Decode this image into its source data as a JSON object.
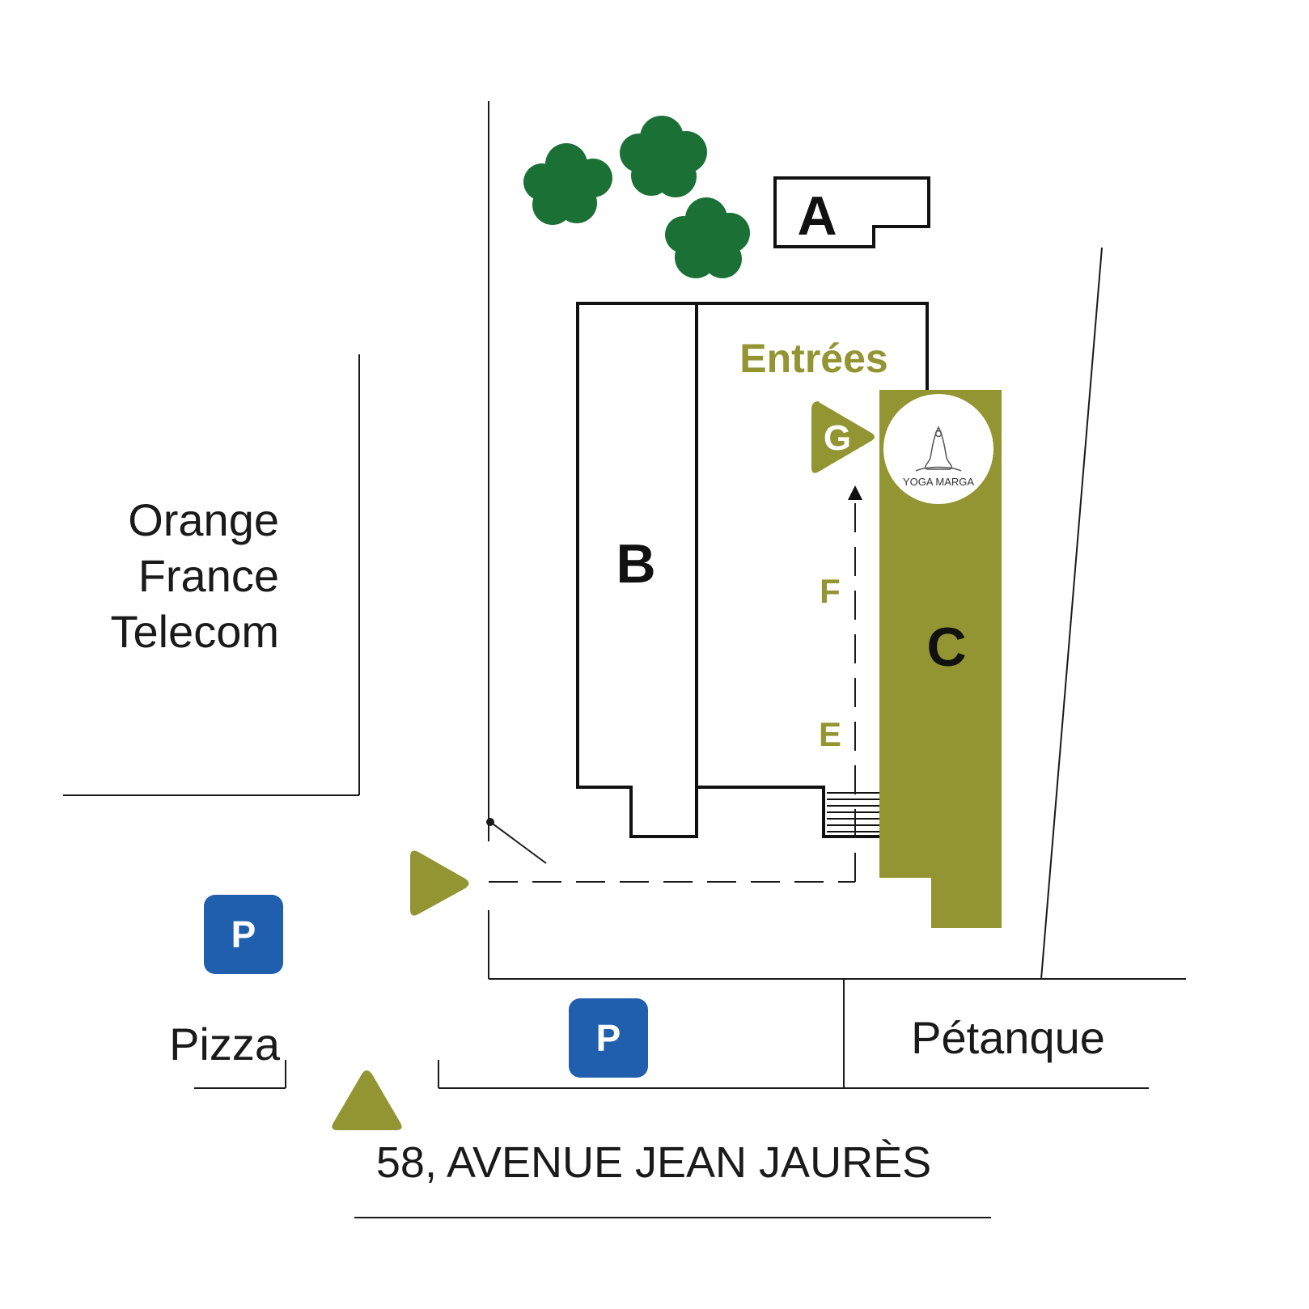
{
  "colors": {
    "olive": "#939432",
    "tree": "#1b7135",
    "parking": "#1f5fad",
    "line": "#1a1a1a"
  },
  "neighbors": {
    "orange_line1": "Orange",
    "orange_line2": "France",
    "orange_line3": "Telecom",
    "pizza": "Pizza",
    "petanque": "Pétanque"
  },
  "buildings": {
    "a": "A",
    "b": "B",
    "c": "C"
  },
  "entrances": {
    "title": "Entrées",
    "e": "E",
    "f": "F",
    "g": "G"
  },
  "parking": {
    "symbol": "P"
  },
  "logo": {
    "text": "YOGA MARGA"
  },
  "address": "58, AVENUE JEAN JAURÈS",
  "icons": [
    "tree-icon",
    "parking-icon",
    "entrance-arrow-icon",
    "yoga-logo-icon"
  ]
}
